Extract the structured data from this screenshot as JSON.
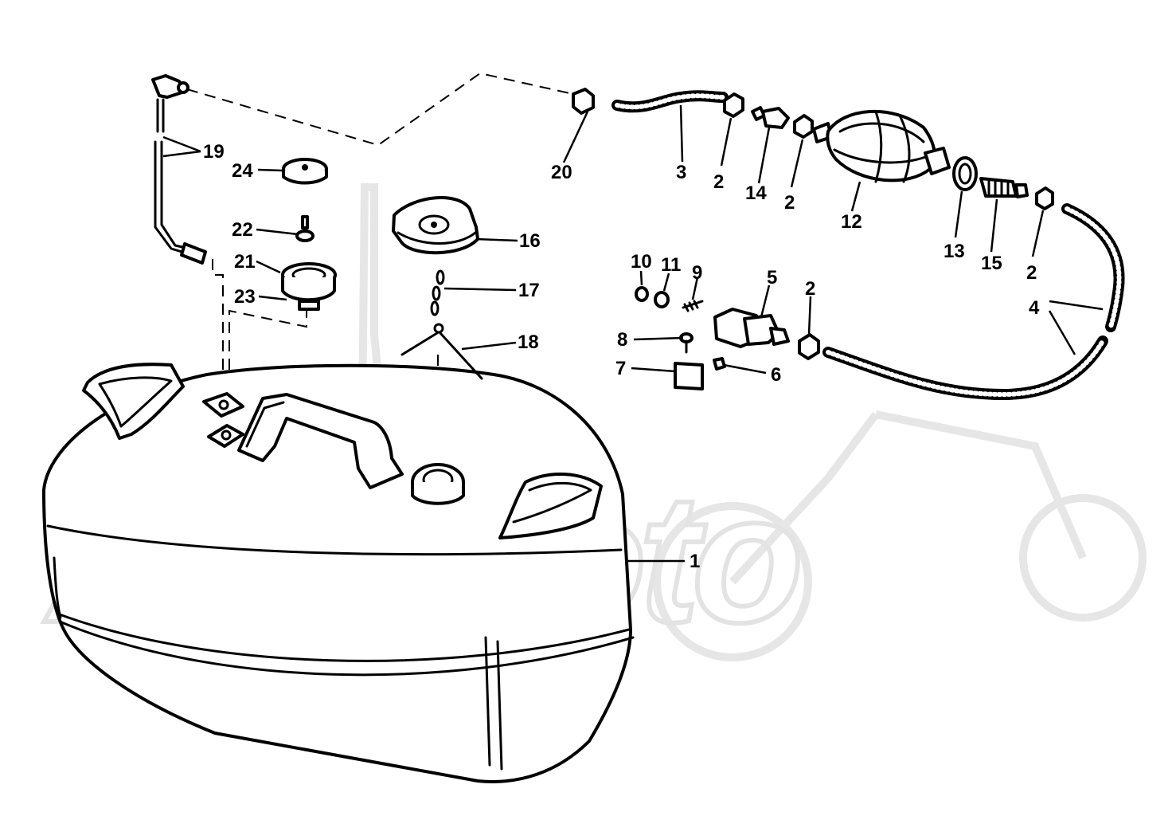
{
  "watermark": {
    "text": "AeHMoto"
  },
  "callouts": {
    "c1": "1",
    "c2a": "2",
    "c2b": "2",
    "c2c": "2",
    "c2d": "2",
    "c3": "3",
    "c4": "4",
    "c5": "5",
    "c6": "6",
    "c7": "7",
    "c8": "8",
    "c9": "9",
    "c10": "10",
    "c11": "11",
    "c12": "12",
    "c13": "13",
    "c14": "14",
    "c15": "15",
    "c16": "16",
    "c17": "17",
    "c18": "18",
    "c19": "19",
    "c20": "20",
    "c21": "21",
    "c22": "22",
    "c23": "23",
    "c24": "24"
  }
}
